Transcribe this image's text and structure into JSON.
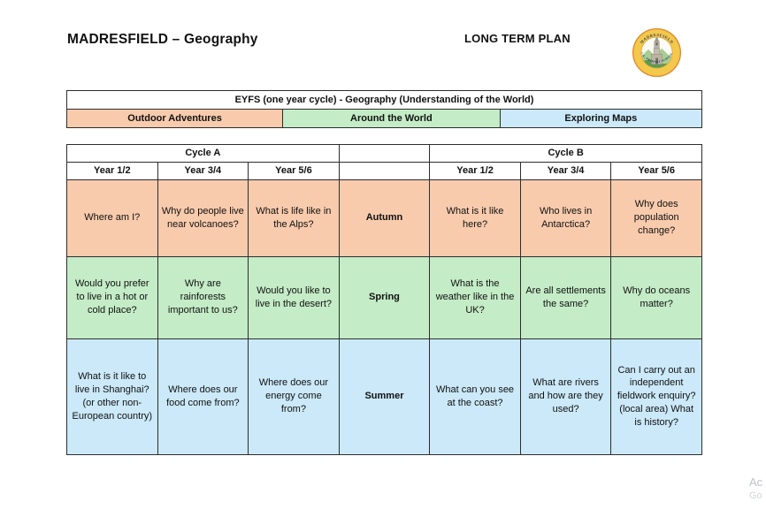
{
  "header": {
    "title": "MADRESFIELD – Geography",
    "plan_label": "LONG TERM PLAN",
    "logo": {
      "top_text": "MADRESFIELD",
      "bottom_text": "C.E. PRIMARY SCHOOL"
    }
  },
  "colors": {
    "autumn_peach": "#F8CBAD",
    "spring_green": "#C4ECC6",
    "summer_blue": "#CBE9F8",
    "table_border": "#2d2d2d",
    "logo_gold": "#F3C84B",
    "logo_orange_ring": "#E0892F"
  },
  "eyfs_table": {
    "title": "EYFS (one year cycle) - Geography (Understanding of the World)",
    "units": [
      {
        "label": "Outdoor Adventures"
      },
      {
        "label": "Around the World"
      },
      {
        "label": "Exploring Maps"
      }
    ]
  },
  "cycle_table": {
    "cycle_a_label": "Cycle A",
    "cycle_b_label": "Cycle B",
    "year_headers": [
      "Year 1/2",
      "Year 3/4",
      "Year 5/6"
    ],
    "rows": [
      {
        "season": "Autumn",
        "cycle_a": [
          "Where am I?",
          "Why do people live near volcanoes?",
          "What is life like in the Alps?"
        ],
        "cycle_b": [
          "What is it like here?",
          "Who lives in Antarctica?",
          "Why does population change?"
        ]
      },
      {
        "season": "Spring",
        "cycle_a": [
          "Would you prefer to live in a hot or cold place?",
          "Why are rainforests important to us?",
          "Would you like to live in the desert?"
        ],
        "cycle_b": [
          "What is the weather like in the UK?",
          "Are all settlements the same?",
          "Why do oceans matter?"
        ]
      },
      {
        "season": "Summer",
        "cycle_a": [
          "What is it like to live in Shanghai? (or other non-European country)",
          "Where does our food come from?",
          "Where does our energy come from?"
        ],
        "cycle_b": [
          "What can you see at the coast?",
          "What are rivers and how are they used?",
          "Can I carry out an independent fieldwork enquiry? (local area) What is history?"
        ]
      }
    ]
  },
  "watermark": {
    "line1": "Ac",
    "line2": "Go"
  }
}
